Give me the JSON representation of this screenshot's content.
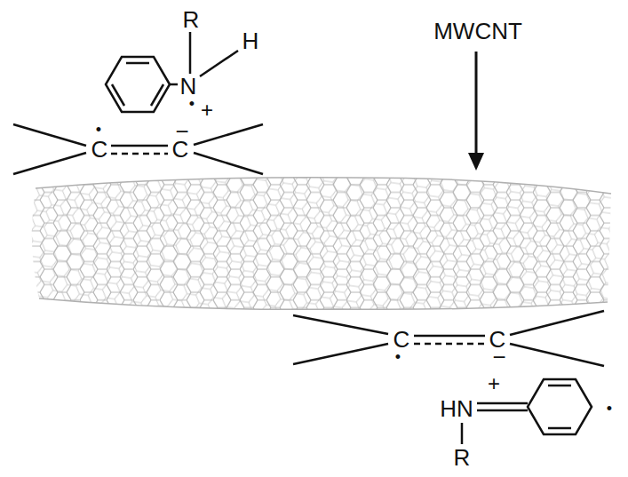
{
  "diagram": {
    "labels": [
      "MWCNT",
      "R",
      "H",
      "N",
      "•",
      "+",
      "C",
      "C",
      "•",
      "−",
      "C",
      "C",
      "•",
      "−",
      "+",
      "HN",
      "R",
      "•"
    ]
  }
}
